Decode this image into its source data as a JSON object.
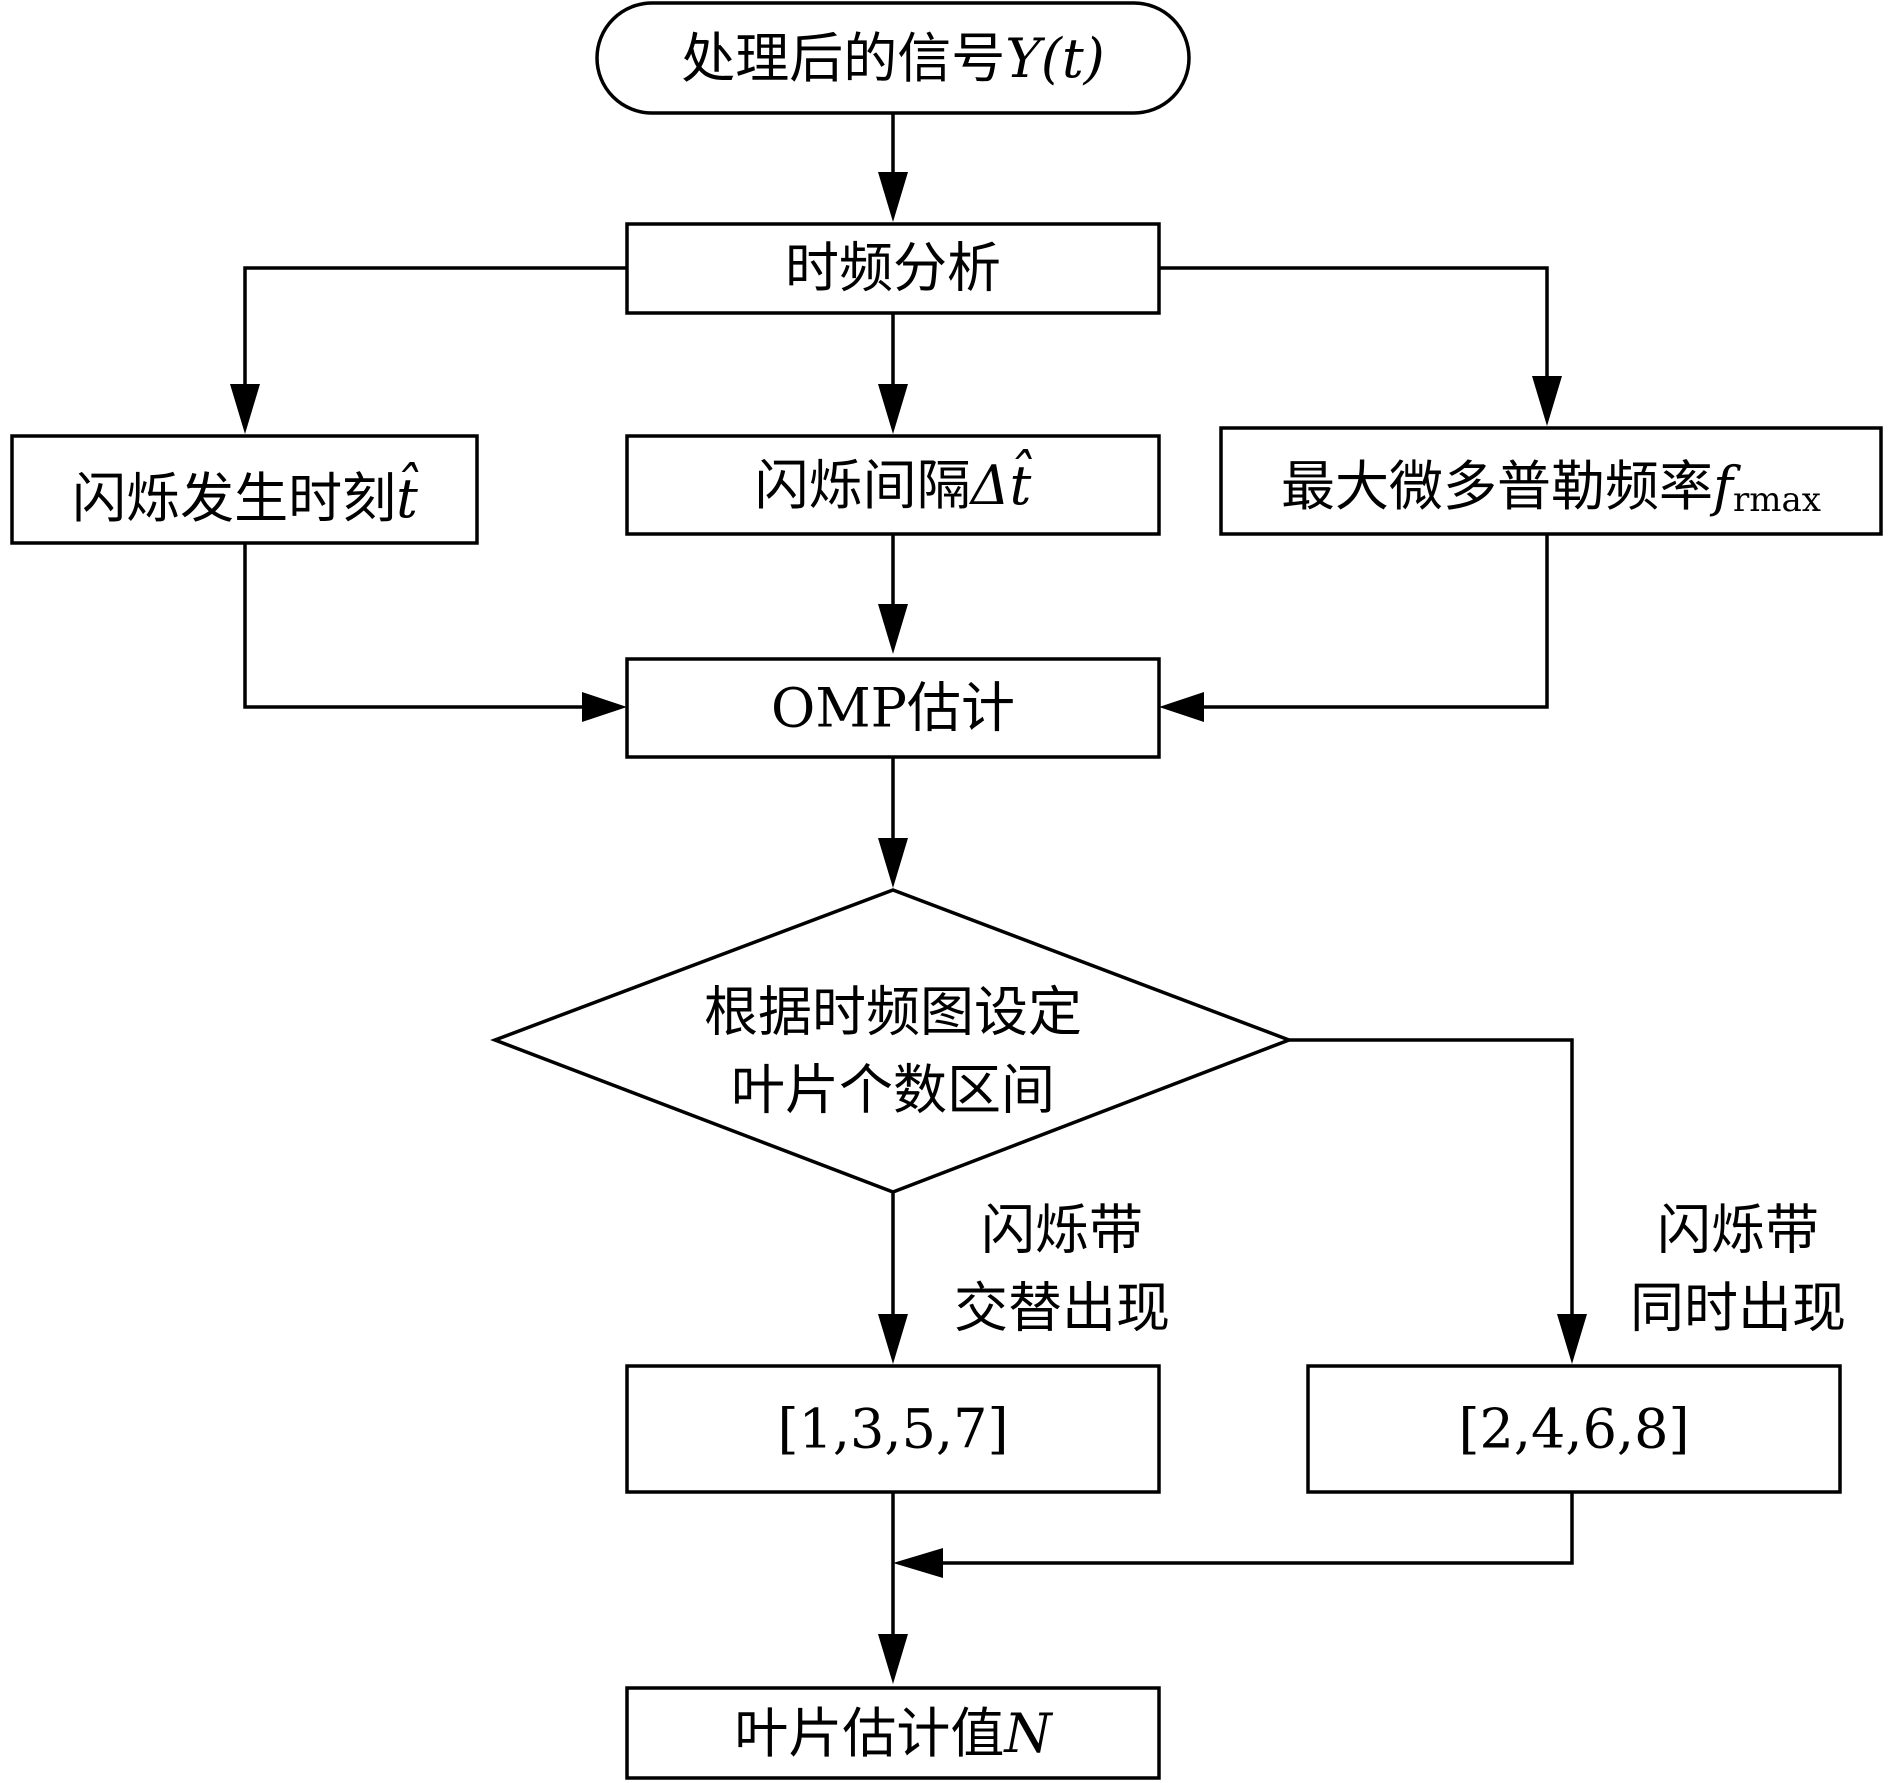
{
  "nodes": {
    "start": {
      "label": "处理后的信号",
      "math": "Y(t)"
    },
    "tf": {
      "label": "时频分析"
    },
    "flash_time": {
      "label": "闪烁发生时刻",
      "math": "t̂"
    },
    "flash_interval": {
      "label": "闪烁间隔",
      "math": "Δt̂"
    },
    "max_doppler": {
      "label": "最大微多普勒频率",
      "math": "f",
      "math_sub": "rmax"
    },
    "omp": {
      "label": "OMP估计"
    },
    "decision": {
      "line1": "根据时频图设定",
      "line2": "叶片个数区间"
    },
    "odd_set": {
      "label": "[1,3,5,7]"
    },
    "even_set": {
      "label": "[2,4,6,8]"
    },
    "result": {
      "label": "叶片估计值",
      "math": "N"
    }
  },
  "edges": {
    "alternate": {
      "line1": "闪烁带",
      "line2": "交替出现"
    },
    "simultaneous": {
      "line1": "闪烁带",
      "line2": "同时出现"
    }
  }
}
